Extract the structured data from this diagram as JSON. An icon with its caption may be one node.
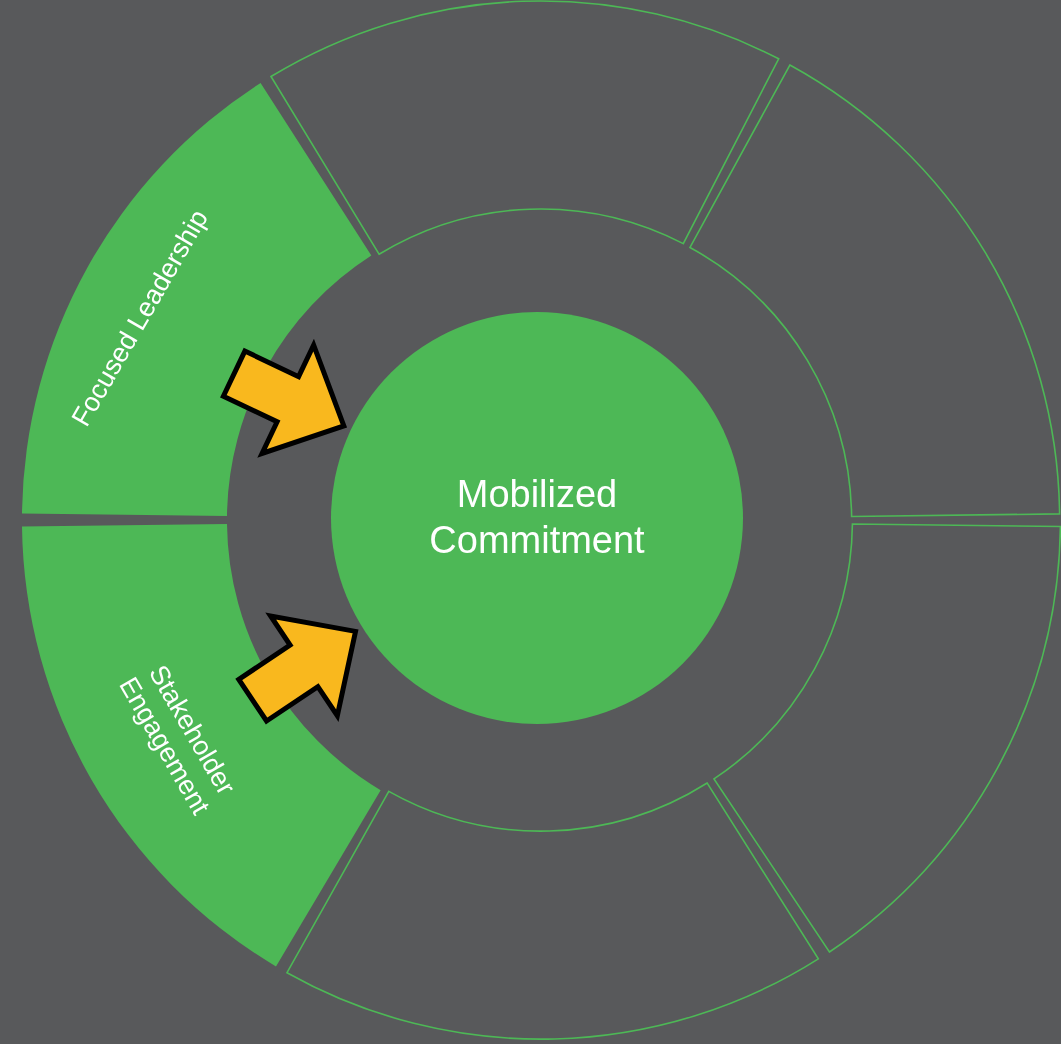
{
  "diagram": {
    "nodes": [
      {
        "text": [
          "Focused Leadership"
        ]
      },
      {
        "text": [
          "Stakeholder Engagement"
        ]
      },
      {
        "text": [
          "Mobilized Commitment"
        ]
      },
      {
        "text": [],
        "shape": "band"
      },
      {
        "text": [],
        "shape": "band"
      },
      {
        "text": [],
        "shape": "band"
      },
      {
        "text": [],
        "shape": "band"
      }
    ],
    "edges": [
      {
        "from": 0,
        "to": 2,
        "arrow": "to",
        "style": "thick",
        "color": "#f9b81e"
      },
      {
        "from": 1,
        "to": 2,
        "arrow": "to",
        "style": "thick",
        "color": "#f9b81e"
      }
    ]
  }
}
